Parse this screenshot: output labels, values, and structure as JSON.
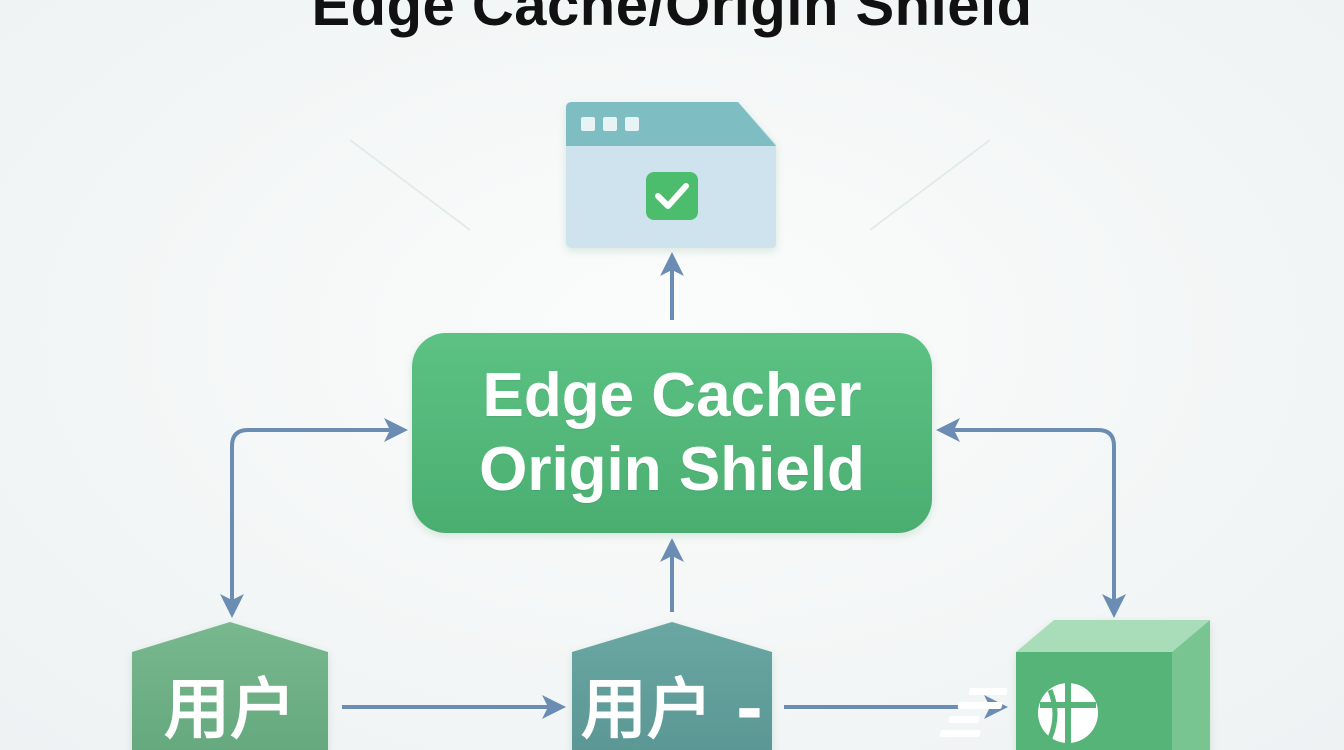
{
  "title": "Edge Cache/Origin Shield",
  "central_node": {
    "line1": "Edge Cacher",
    "line2": "Origin Shield"
  },
  "nodes": {
    "user_left": "用户",
    "user_middle": "用户 -"
  },
  "icons": {
    "top": "browser-window-icon",
    "top_badge": "checkmark-icon",
    "right": "server-cube-icon",
    "right_logo": "globe-icon"
  },
  "colors": {
    "central_green": "#52b978",
    "house_left": "#6cae84",
    "house_middle": "#5e9c9a",
    "cube_front": "#57b478",
    "browser_bar": "#7ebec3",
    "browser_body": "#cfe3ee",
    "check_badge": "#4cbd6c",
    "arrow": "#6b8db3"
  }
}
